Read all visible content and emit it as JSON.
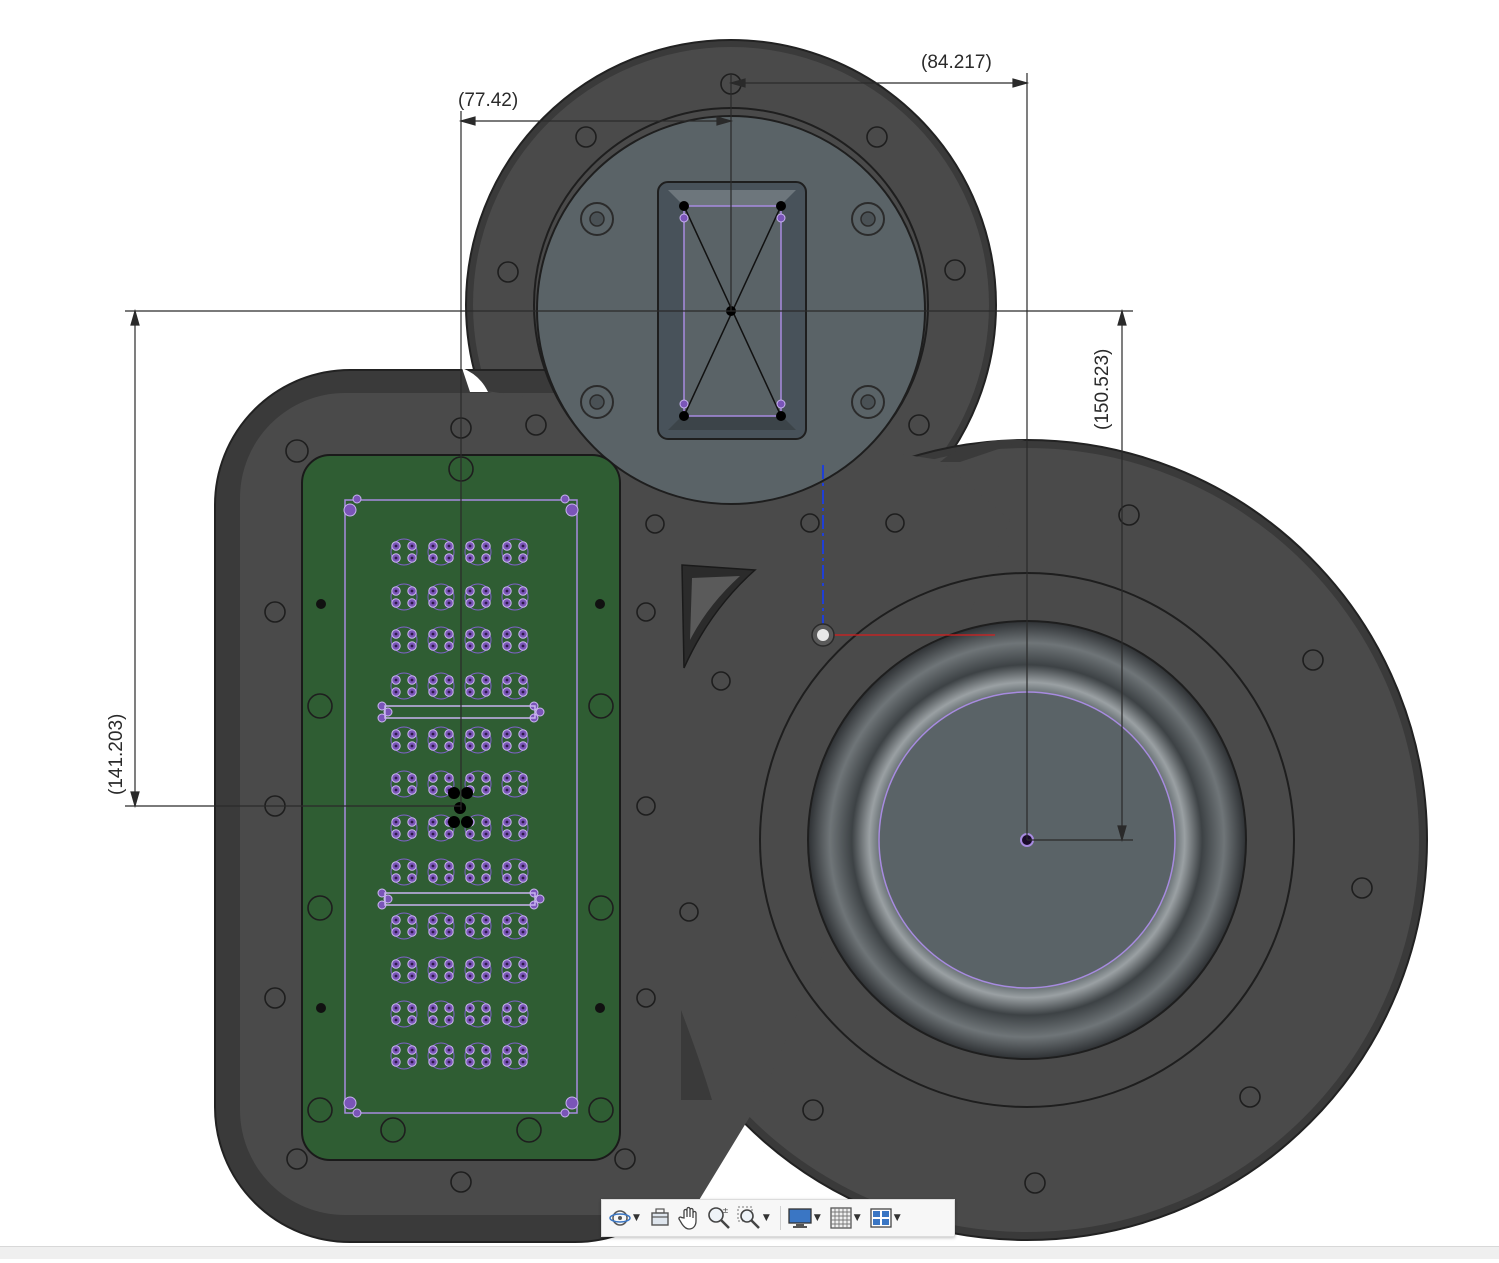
{
  "window": {
    "title": ""
  },
  "canvas": {
    "background": "#ffffff",
    "body_color": "#4a4a4a",
    "edge_color": "#2b2b2b",
    "pcb_color": "#2f5d33",
    "sketch_color": "#9b7fd6",
    "cap_color": "#5a6367"
  },
  "dimensions": {
    "d1": "(84.217)",
    "d2": "(77.42)",
    "d3": "(150.523)",
    "d4": "(141.203)"
  },
  "axes": {
    "x_color": "#d61f1f",
    "z_color": "#1f3fd6"
  },
  "toolbar": {
    "items": [
      {
        "name": "orbit",
        "icon": "orbit-icon",
        "has_dropdown": true
      },
      {
        "name": "look-at",
        "icon": "look-at-icon",
        "has_dropdown": false
      },
      {
        "name": "pan",
        "icon": "pan-hand-icon",
        "has_dropdown": false
      },
      {
        "name": "zoom",
        "icon": "zoom-icon",
        "has_dropdown": false
      },
      {
        "name": "fit",
        "icon": "zoom-window-icon",
        "has_dropdown": true
      },
      {
        "name": "display-settings",
        "icon": "monitor-icon",
        "has_dropdown": true
      },
      {
        "name": "grid-and-snaps",
        "icon": "grid-icon",
        "has_dropdown": true
      },
      {
        "name": "viewports",
        "icon": "viewports-icon",
        "has_dropdown": true
      }
    ]
  }
}
